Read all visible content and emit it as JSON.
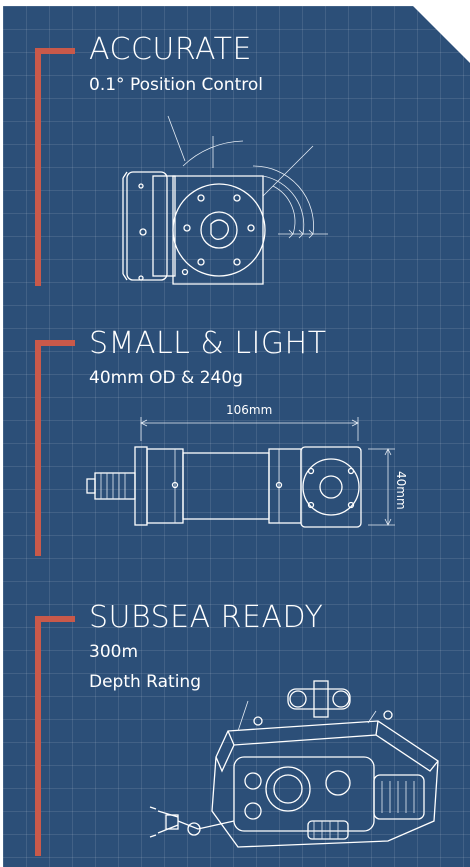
{
  "sections": [
    {
      "title": "ACCURATE",
      "subtitle": "0.1° Position Control"
    },
    {
      "title": "SMALL & LIGHT",
      "subtitle": "40mm OD & 240g",
      "length_label": "106mm",
      "diameter_label": "40mm"
    },
    {
      "title": "SUBSEA READY",
      "subtitle_line1": "300m",
      "subtitle_line2": "Depth Rating"
    }
  ],
  "colors": {
    "background": "#2c4f78",
    "accent": "#c9594a",
    "text": "#ffffff"
  }
}
